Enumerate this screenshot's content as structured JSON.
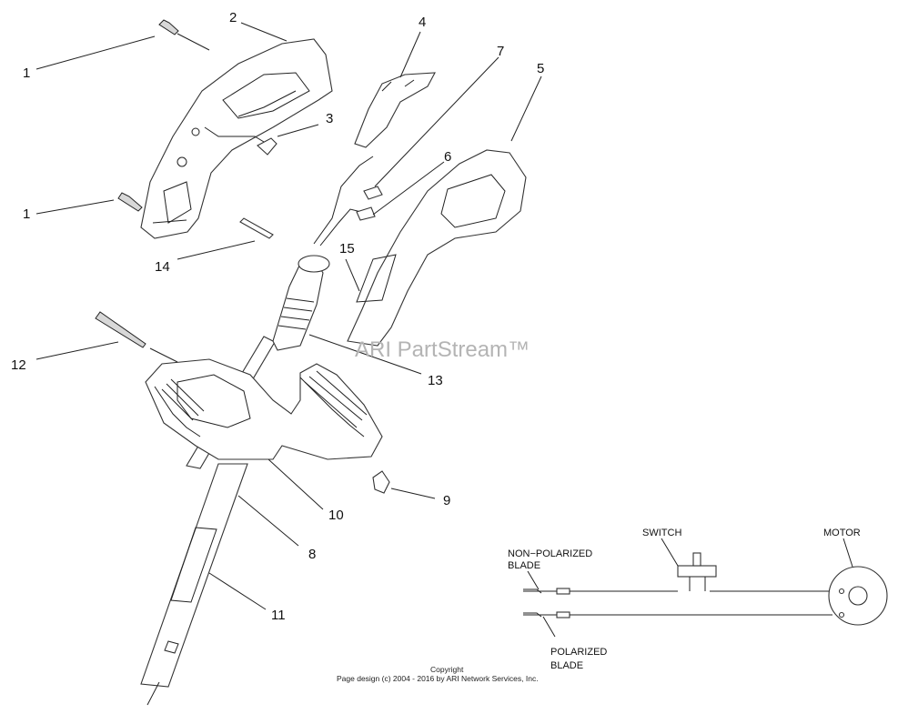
{
  "callouts": [
    "1",
    "2",
    "3",
    "4",
    "7",
    "5",
    "6",
    "1",
    "15",
    "14",
    "12",
    "13",
    "9",
    "10",
    "8",
    "11"
  ],
  "watermark": "ARI PartStream™",
  "wiring": {
    "switch_label": "SWITCH",
    "motor_label": "MOTOR",
    "non_polarized_line1": "NON−POLARIZED",
    "non_polarized_line2": "BLADE",
    "polarized_line1": "POLARIZED",
    "polarized_line2": "BLADE"
  },
  "footer": {
    "copyright": "Copyright",
    "page_design": "Page design (c) 2004 - 2016 by ARI Network Services, Inc."
  }
}
